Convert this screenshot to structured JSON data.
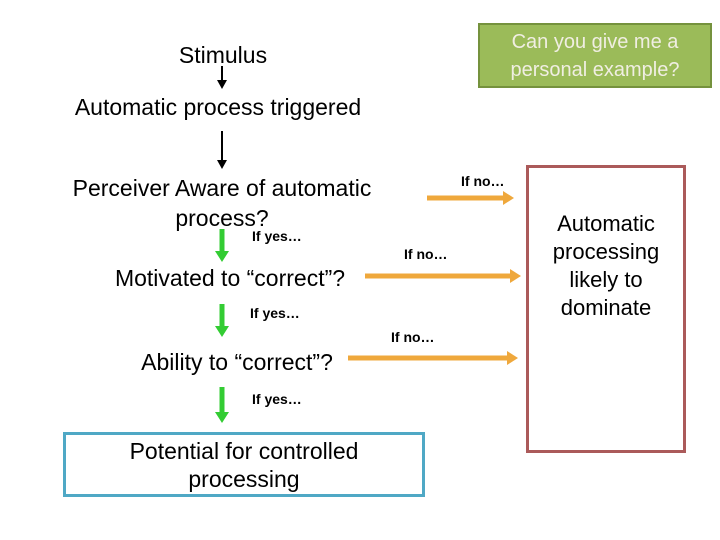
{
  "colors": {
    "yes_arrow": "#33cc33",
    "no_arrow": "#efa83c",
    "flow_arrow": "#000000",
    "callout_fill": "#9bbb59",
    "callout_border": "#75923d",
    "callout_text": "#f0eee2",
    "outcome_border": "#ab5a5a",
    "potential_border": "#4fa8c5"
  },
  "callout": {
    "text": "Can you give me a personal example?"
  },
  "flow": {
    "stimulus": "Stimulus",
    "automatic_process": "Automatic process triggered",
    "perceiver_aware": "Perceiver Aware of automatic process?",
    "motivated": "Motivated to “correct”?",
    "ability": "Ability to “correct”?",
    "potential": "Potential for controlled processing"
  },
  "labels": {
    "if_yes": "If yes…",
    "if_no": "If no…"
  },
  "outcome": {
    "text": "Automatic processing likely to dominate"
  }
}
